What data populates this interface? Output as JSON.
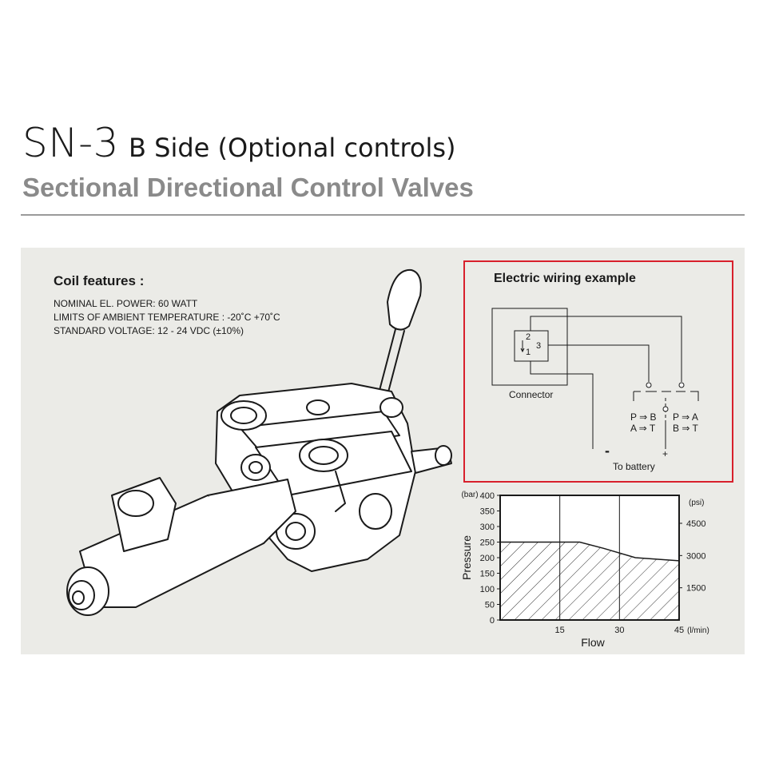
{
  "header": {
    "model": "SN-3",
    "side": "B Side (Optional controls)",
    "subtitle": "Sectional Directional Control Valves"
  },
  "coil": {
    "title": "Coil features :",
    "lines": [
      "NOMINAL EL. POWER: 60 WATT",
      "LIMITS OF AMBIENT TEMPERATURE : -20˚C +70˚C",
      "STANDARD VOLTAGE: 12 - 24 VDC (±10%)"
    ]
  },
  "wiring": {
    "title": "Electric wiring example",
    "pin_top": "2",
    "pin_right": "3",
    "pin_bottom": "1",
    "connector_label": "Connector",
    "switch_left_line1": "P ⇒ B",
    "switch_left_line2": "A ⇒ T",
    "switch_right_line1": "P ⇒ A",
    "switch_right_line2": "B ⇒ T",
    "minus": "-",
    "plus": "+",
    "battery_label": "To battery"
  },
  "chart_data": {
    "type": "area",
    "xlabel": "Flow",
    "ylabel": "Pressure",
    "x_unit": "(l/min)",
    "y_unit_left": "(bar)",
    "y_unit_right": "(psi)",
    "xlim": [
      0,
      45
    ],
    "ylim": [
      0,
      400
    ],
    "x_ticks": [
      15,
      30,
      45
    ],
    "y_ticks": [
      0,
      50,
      100,
      150,
      200,
      250,
      300,
      350,
      400
    ],
    "y_right_ticks": [
      {
        "label": "1500",
        "bar": 103.4
      },
      {
        "label": "3000",
        "bar": 206.8
      },
      {
        "label": "4500",
        "bar": 310.3
      }
    ],
    "x_grid": [
      15,
      30
    ],
    "series": [
      {
        "x": [
          0,
          20,
          26,
          34,
          45
        ],
        "y": [
          250,
          250,
          230,
          200,
          190
        ]
      }
    ],
    "fill": "hatched"
  }
}
